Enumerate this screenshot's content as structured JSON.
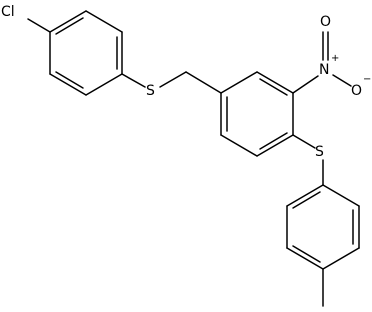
{
  "molecule": {
    "atoms": {
      "chlorine": "Cl",
      "sulfur_benzyl": "S",
      "sulfur_aryl": "S",
      "nitrogen": "N",
      "nitro_oxygen_top": "O",
      "nitro_oxygen_side": "O"
    },
    "charges": {
      "nitrogen": "+",
      "oxygen": "−"
    }
  }
}
